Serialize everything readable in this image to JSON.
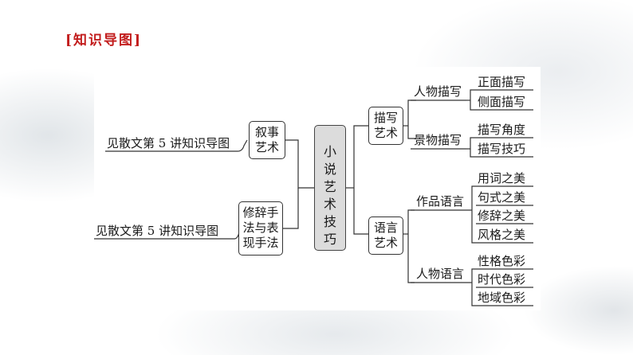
{
  "header": {
    "tag": "[知识导图]"
  },
  "diagram": {
    "root": [
      "小",
      "说",
      "艺",
      "术",
      "技",
      "巧"
    ],
    "left": {
      "narrative": {
        "label_lines": [
          "叙事",
          "艺术"
        ],
        "ref": "见散文第 5 讲知识导图"
      },
      "rhetoric": {
        "label_lines": [
          "修辞手",
          "法与表",
          "现手法"
        ],
        "ref": "见散文第 5 讲知识导图"
      }
    },
    "right": {
      "description": {
        "label_lines": [
          "描写",
          "艺术"
        ],
        "groups": [
          {
            "label": "人物描写",
            "leaves": [
              "正面描写",
              "侧面描写"
            ]
          },
          {
            "label": "景物描写",
            "leaves": [
              "描写角度",
              "描写技巧"
            ]
          }
        ]
      },
      "language": {
        "label_lines": [
          "语言",
          "艺术"
        ],
        "groups": [
          {
            "label": "作品语言",
            "leaves": [
              "用词之美",
              "句式之美",
              "修辞之美",
              "风格之美"
            ]
          },
          {
            "label": "人物语言",
            "leaves": [
              "性格色彩",
              "时代色彩",
              "地域色彩"
            ]
          }
        ]
      }
    }
  }
}
